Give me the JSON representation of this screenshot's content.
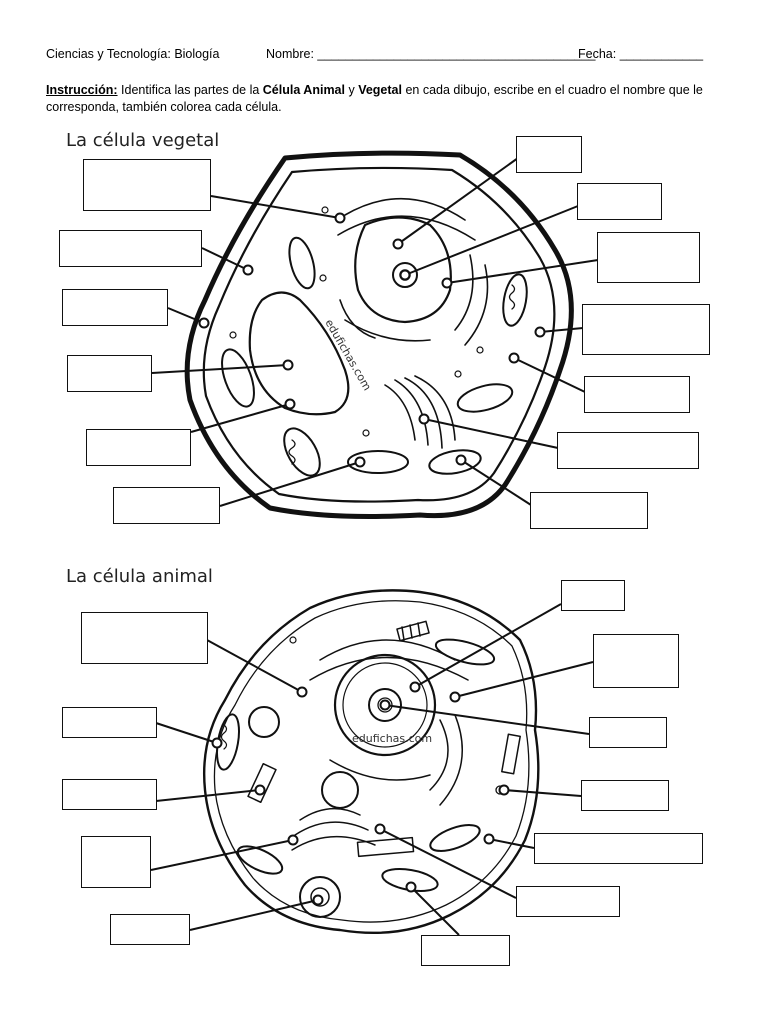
{
  "header": {
    "subject": "Ciencias y Tecnología: Biología",
    "name_label": "Nombre:",
    "name_line": "________________________________________",
    "date_label": "Fecha:",
    "date_line": "____________"
  },
  "instruction": {
    "label": "Instrucción:",
    "text_part1": " Identifica las partes de la ",
    "bold1": "Célula Animal",
    "text_part2": " y ",
    "bold2": "Vegetal",
    "text_part3": " en cada dibujo, escribe en el cuadro el nombre que le corresponda, también colorea cada célula."
  },
  "plant_cell": {
    "title": "La célula vegetal",
    "watermark": "edufichas.com"
  },
  "animal_cell": {
    "title": "La célula animal",
    "watermark": "edufichas.com"
  }
}
